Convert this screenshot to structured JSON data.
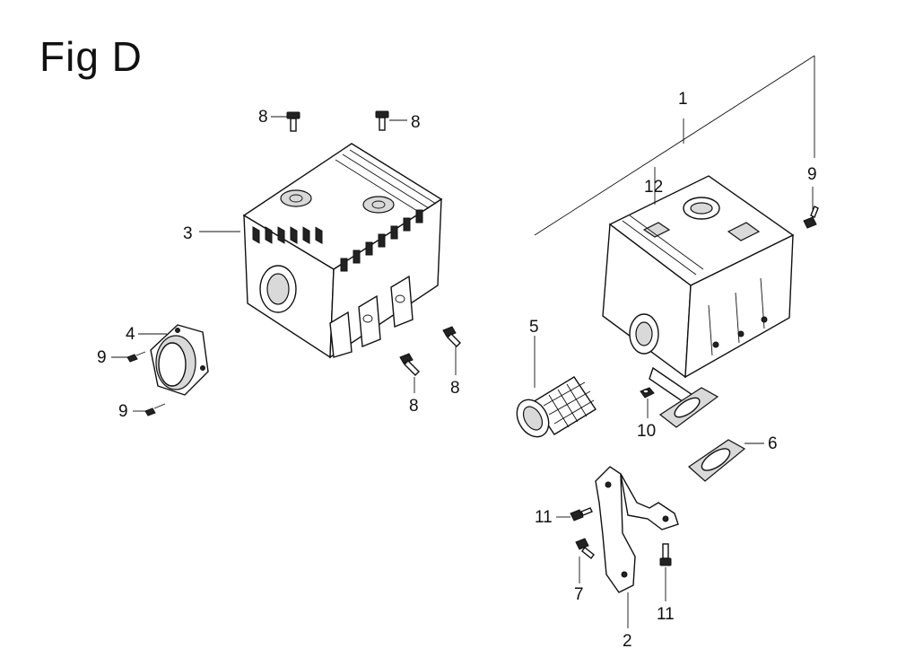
{
  "figure": {
    "title": "Fig D"
  },
  "callouts": {
    "c1": "1",
    "c2": "2",
    "c3": "3",
    "c4": "4",
    "c5": "5",
    "c6": "6",
    "c7": "7",
    "c8a": "8",
    "c8b": "8",
    "c8c": "8",
    "c8d": "8",
    "c9a": "9",
    "c9b": "9",
    "c9c": "9",
    "c10": "10",
    "c11a": "11",
    "c11b": "11",
    "c12": "12"
  }
}
